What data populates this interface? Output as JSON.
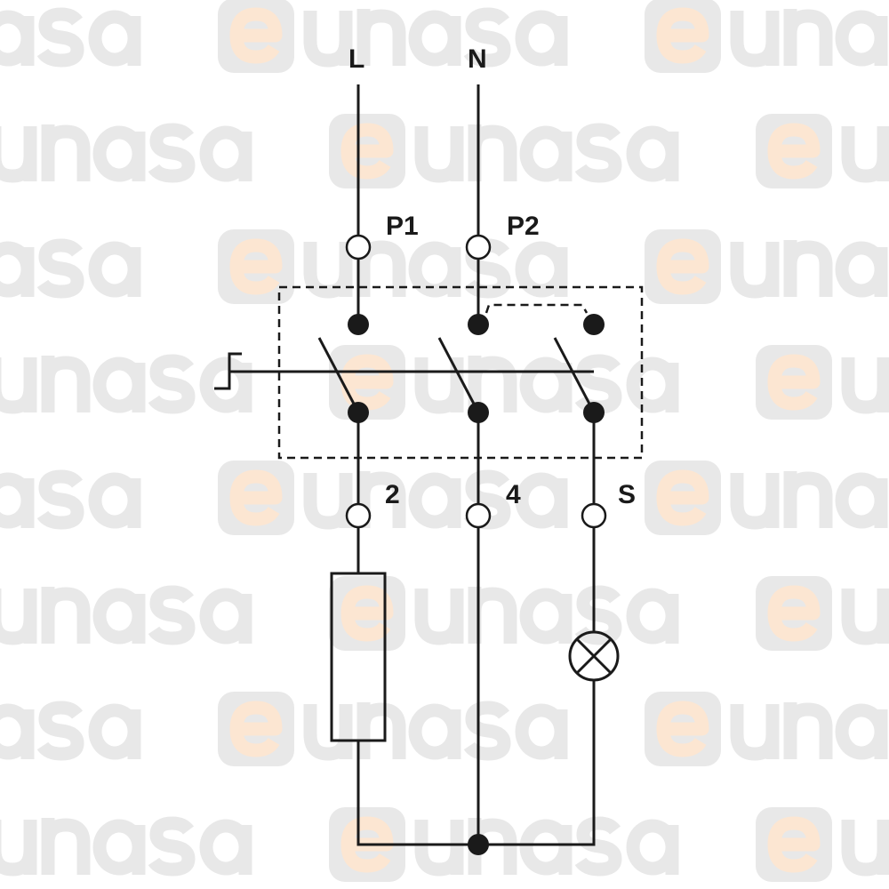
{
  "watermark": {
    "brand_e": "e",
    "brand_rest": "unasa",
    "colors": {
      "text": "#e8e8e8",
      "e": "#fce6d2"
    }
  },
  "labels": {
    "line": "L",
    "neutral": "N",
    "p1": "P1",
    "p2": "P2",
    "out2": "2",
    "out4": "4",
    "outS": "S"
  },
  "colors": {
    "wire": "#1a1a1a",
    "background": "#ffffff"
  }
}
